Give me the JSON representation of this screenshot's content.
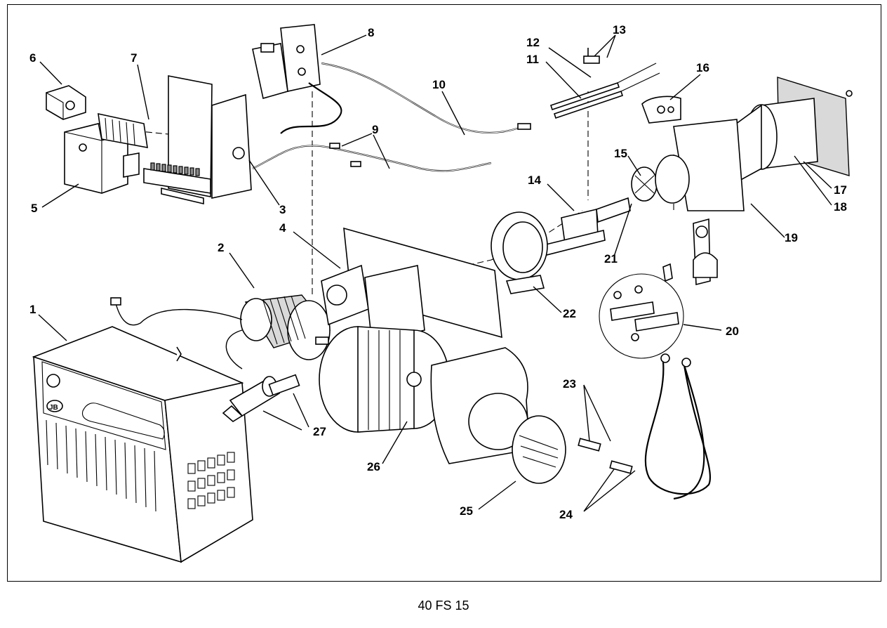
{
  "caption": "40 FS 15",
  "labels": {
    "p1": "1",
    "p2": "2",
    "p3": "3",
    "p4": "4",
    "p5": "5",
    "p6": "6",
    "p7": "7",
    "p8": "8",
    "p9": "9",
    "p10": "10",
    "p11": "11",
    "p12": "12",
    "p13": "13",
    "p14": "14",
    "p15": "15",
    "p16": "16",
    "p17": "17",
    "p18": "18",
    "p19": "19",
    "p20": "20",
    "p21": "21",
    "p22": "22",
    "p23": "23",
    "p24": "24",
    "p25": "25",
    "p26": "26",
    "p27": "27"
  },
  "cover_logo": "JB"
}
